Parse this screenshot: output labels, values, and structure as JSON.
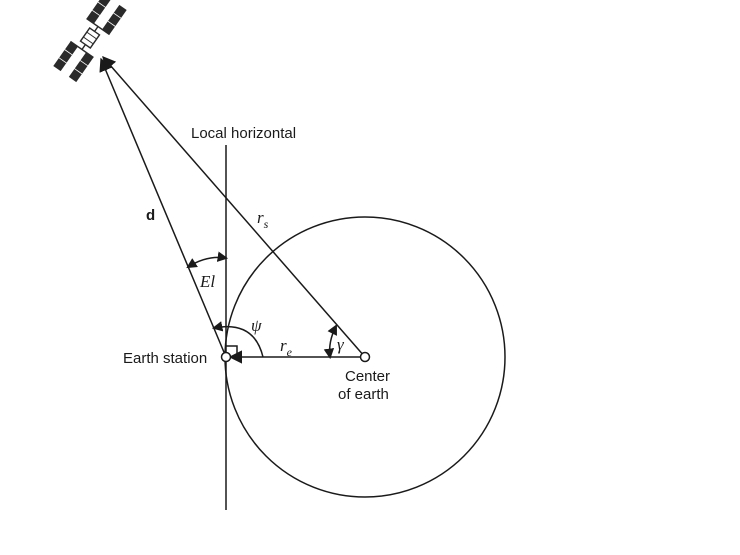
{
  "labels": {
    "local_horizontal": "Local horizontal",
    "earth_station": "Earth station",
    "center_line1": "Center",
    "center_line2": "of earth",
    "distance": "d",
    "elevation": "El",
    "psi": "ψ",
    "gamma": "γ",
    "r_s_base": "r",
    "r_s_sub": "s",
    "r_e_base": "r",
    "r_e_sub": "e"
  },
  "colors": {
    "ink": "#1a1a1a",
    "satellite_panel": "#2a2a2a",
    "background": "#ffffff"
  },
  "icons": {
    "satellite": "satellite-icon"
  }
}
